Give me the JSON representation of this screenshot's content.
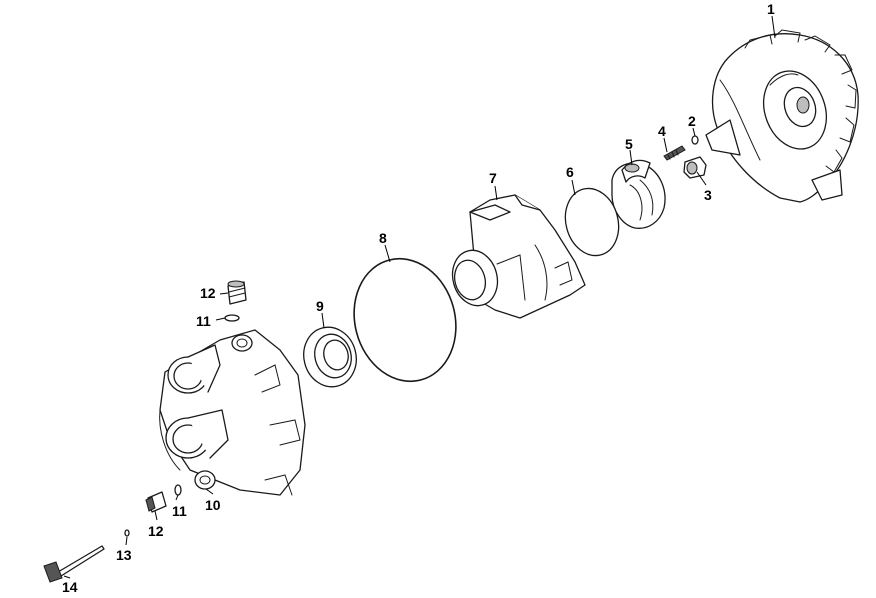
{
  "callouts": {
    "c1": "1",
    "c2": "2",
    "c3": "3",
    "c4": "4",
    "c5": "5",
    "c6": "6",
    "c7": "7",
    "c8": "8",
    "c9": "9",
    "c10": "10",
    "c11a": "11",
    "c11b": "11",
    "c12a": "12",
    "c12b": "12",
    "c13": "13",
    "c14": "14"
  },
  "colors": {
    "line": "#1a1a1a",
    "background": "#ffffff"
  }
}
